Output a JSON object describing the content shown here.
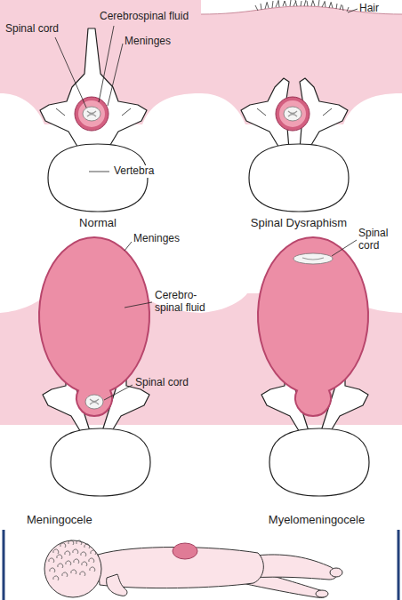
{
  "diagram": {
    "labels": [
      "Spinal cord",
      "Cerebrospinal fluid",
      "Meninges",
      "Vertebra",
      "Normal",
      "Hair",
      "Spinal Dysraphism",
      "Meninges",
      "Cerebro- spinal fluid",
      "Spinal cord",
      "Spinal cord",
      "Meningocele",
      "Myelomeningocele"
    ]
  }
}
